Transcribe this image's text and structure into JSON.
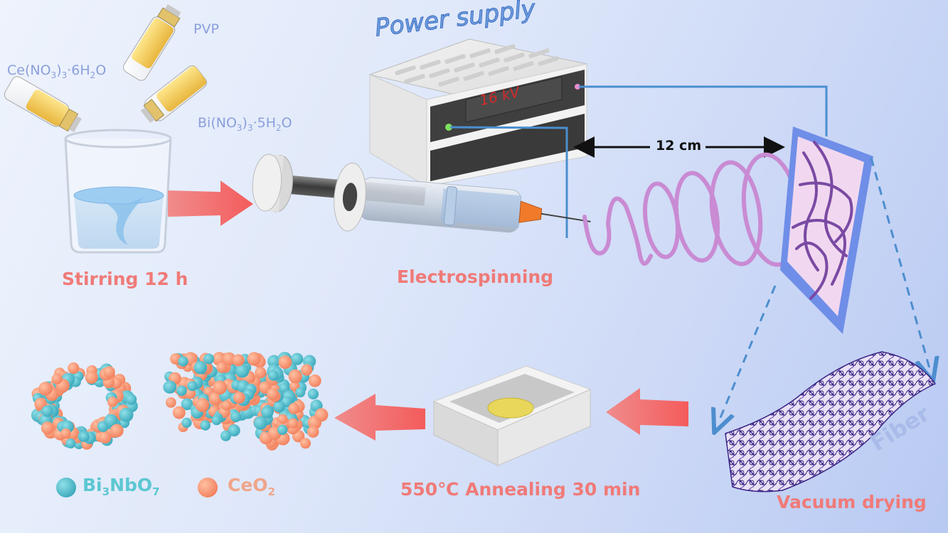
{
  "reagents": {
    "pvp": "PVP",
    "ce_salt": {
      "a": "Ce(NO",
      "s1": "3",
      "b": ")",
      "s2": "3",
      "c": "·6H",
      "s3": "2",
      "d": "O"
    },
    "bi_salt": {
      "a": "Bi(NO",
      "s1": "3",
      "b": ")",
      "s2": "3",
      "c": "·5H",
      "s3": "2",
      "d": "O"
    }
  },
  "power_supply": {
    "title": "Power supply",
    "display": "16 kV"
  },
  "distance": "12 cm",
  "steps": {
    "stirring": "Stirring 12 h",
    "electrospinning": "Electrospinning",
    "vacuum_drying": "Vacuum drying",
    "annealing": "550℃ Annealing 30 min"
  },
  "fiber_label": "Fiber",
  "legend": {
    "bi3nbo7": {
      "a": "Bi",
      "s1": "3",
      "b": "NbO",
      "s2": "7",
      "color": "#4fbfcf"
    },
    "ceo2": {
      "a": "CeO",
      "s1": "2",
      "color": "#f79a78"
    }
  },
  "colors": {
    "arrow": "#f46b6b",
    "wire": "#4a8fd0",
    "fiber_mesh": "#4a2a8f",
    "jet": "#c98bd3",
    "collector": "#6f8ee8"
  }
}
